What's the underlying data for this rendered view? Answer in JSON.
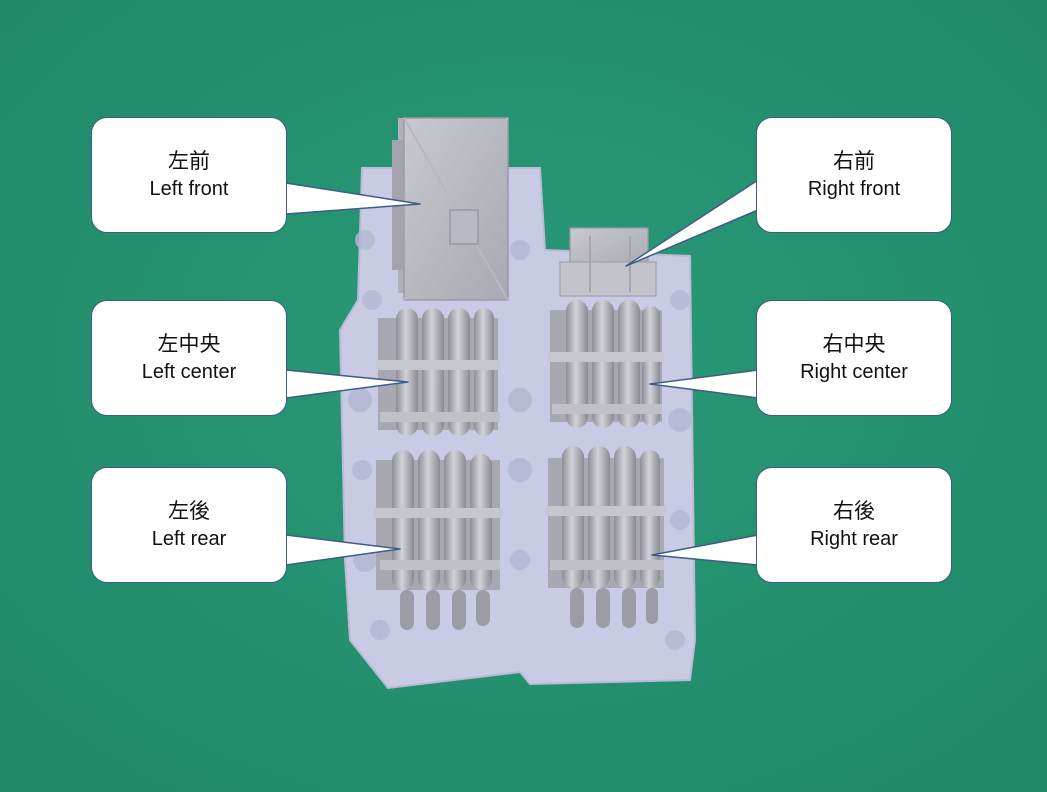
{
  "callouts": {
    "left_front": {
      "jp": "左前",
      "en": "Left front"
    },
    "right_front": {
      "jp": "右前",
      "en": "Right front"
    },
    "left_center": {
      "jp": "左中央",
      "en": "Left center"
    },
    "right_center": {
      "jp": "右中央",
      "en": "Right center"
    },
    "left_rear": {
      "jp": "左後",
      "en": "Left rear"
    },
    "right_rear": {
      "jp": "右後",
      "en": "Right rear"
    }
  },
  "colors": {
    "background_mat": "#219272",
    "resin_part": "#b5b5bf",
    "resin_base": "#c9cbe4",
    "callout_fill": "#ffffff",
    "callout_border": "#3d5c86"
  }
}
